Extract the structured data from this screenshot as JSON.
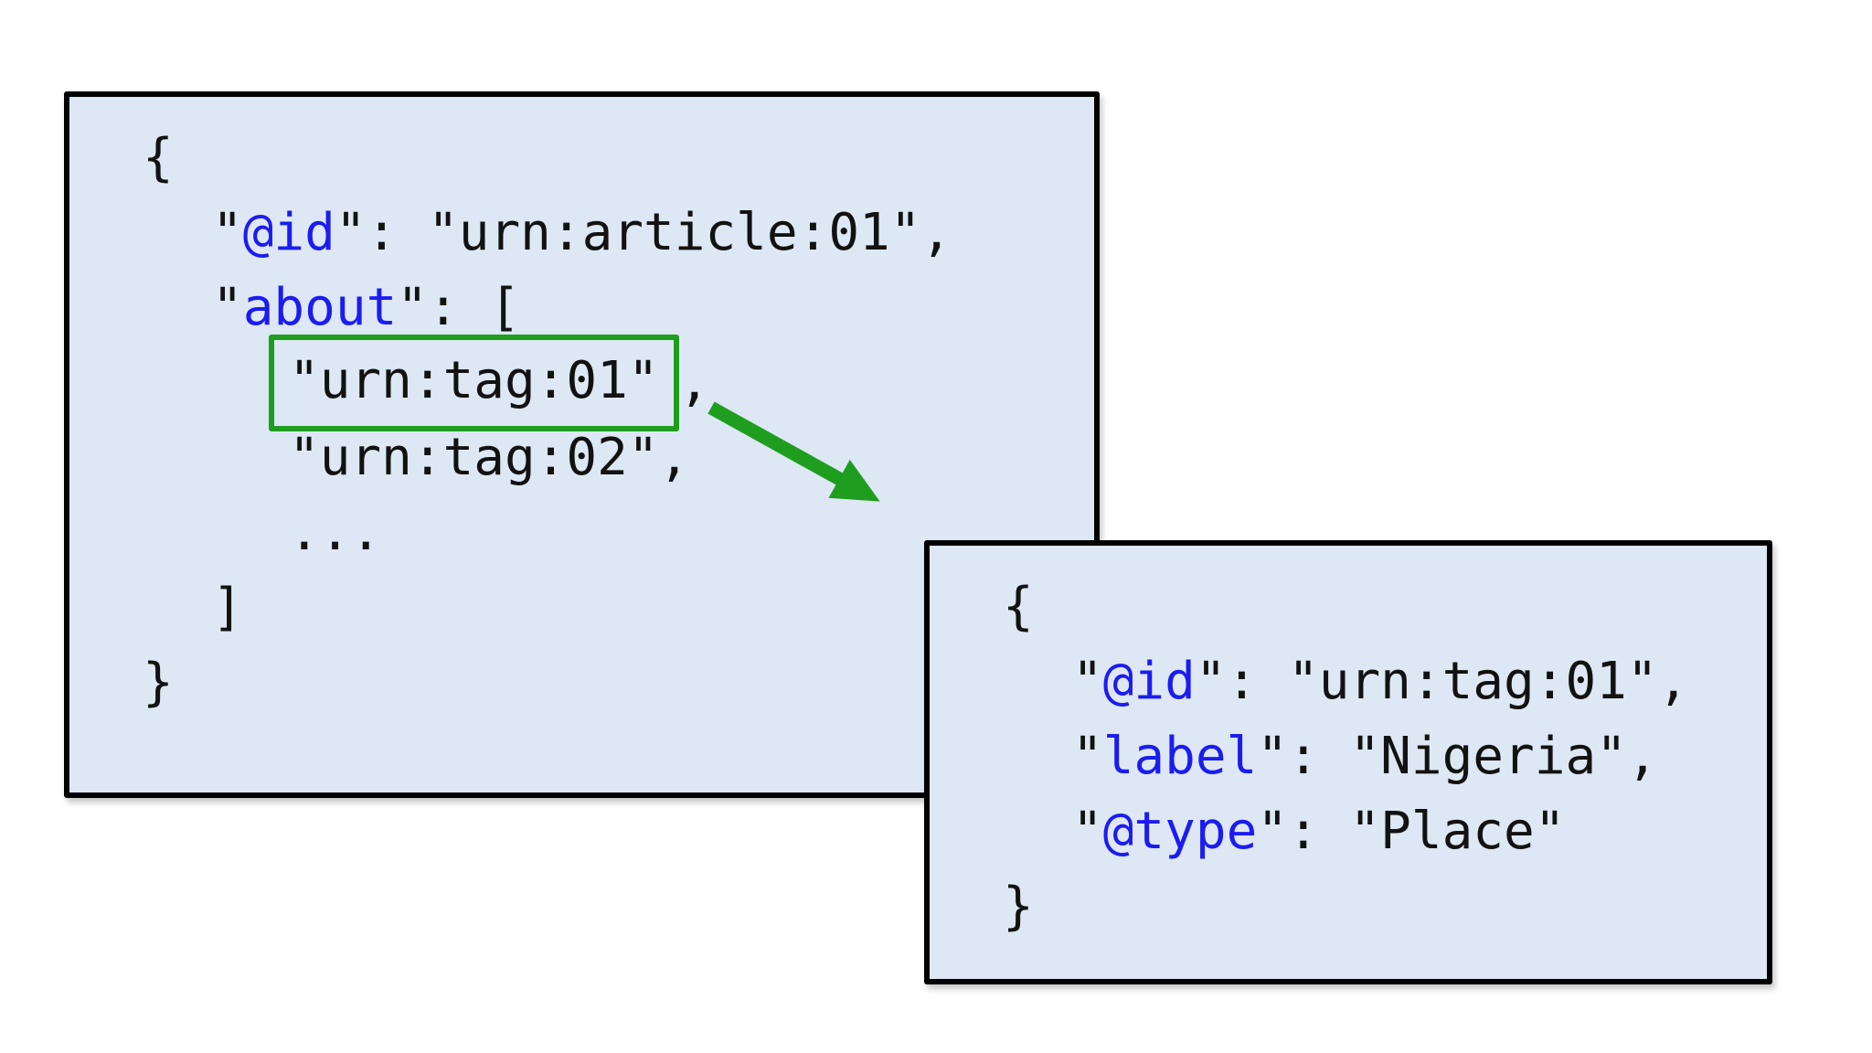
{
  "diagram": {
    "description": "Two JSON-LD code snippets: an article referencing tags by id, with urn:tag:01 highlighted and an arrow pointing to the expanded tag object",
    "background": "#ffffff",
    "box_fill": "#dde8f4",
    "box_border": "#000000",
    "code_color": "#121212",
    "key_color": "#1c1cf0",
    "green": "#1f9d1f"
  },
  "article_box": {
    "open_brace": "{",
    "id_line": {
      "quote": "\"",
      "key": "@id",
      "tail": "\": \"urn:article:01\","
    },
    "about_line": {
      "quote": "\"",
      "key": "about",
      "tail": "\": ["
    },
    "tag1_line": {
      "boxed": "\"urn:tag:01\"",
      "comma": ","
    },
    "tag2_line": {
      "text": "\"urn:tag:02\","
    },
    "ellipsis_line": {
      "text": "..."
    },
    "close_bracket": "]",
    "close_brace": "}"
  },
  "tag_box": {
    "open_brace": "{",
    "id_line": {
      "quote": "\"",
      "key": "@id",
      "tail": "\": \"urn:tag:01\","
    },
    "label_line": {
      "quote": "\"",
      "key": "label",
      "tail": "\": \"Nigeria\","
    },
    "type_line": {
      "quote": "\"",
      "key": "@type",
      "tail": "\": \"Place\""
    },
    "close_brace": "}"
  }
}
